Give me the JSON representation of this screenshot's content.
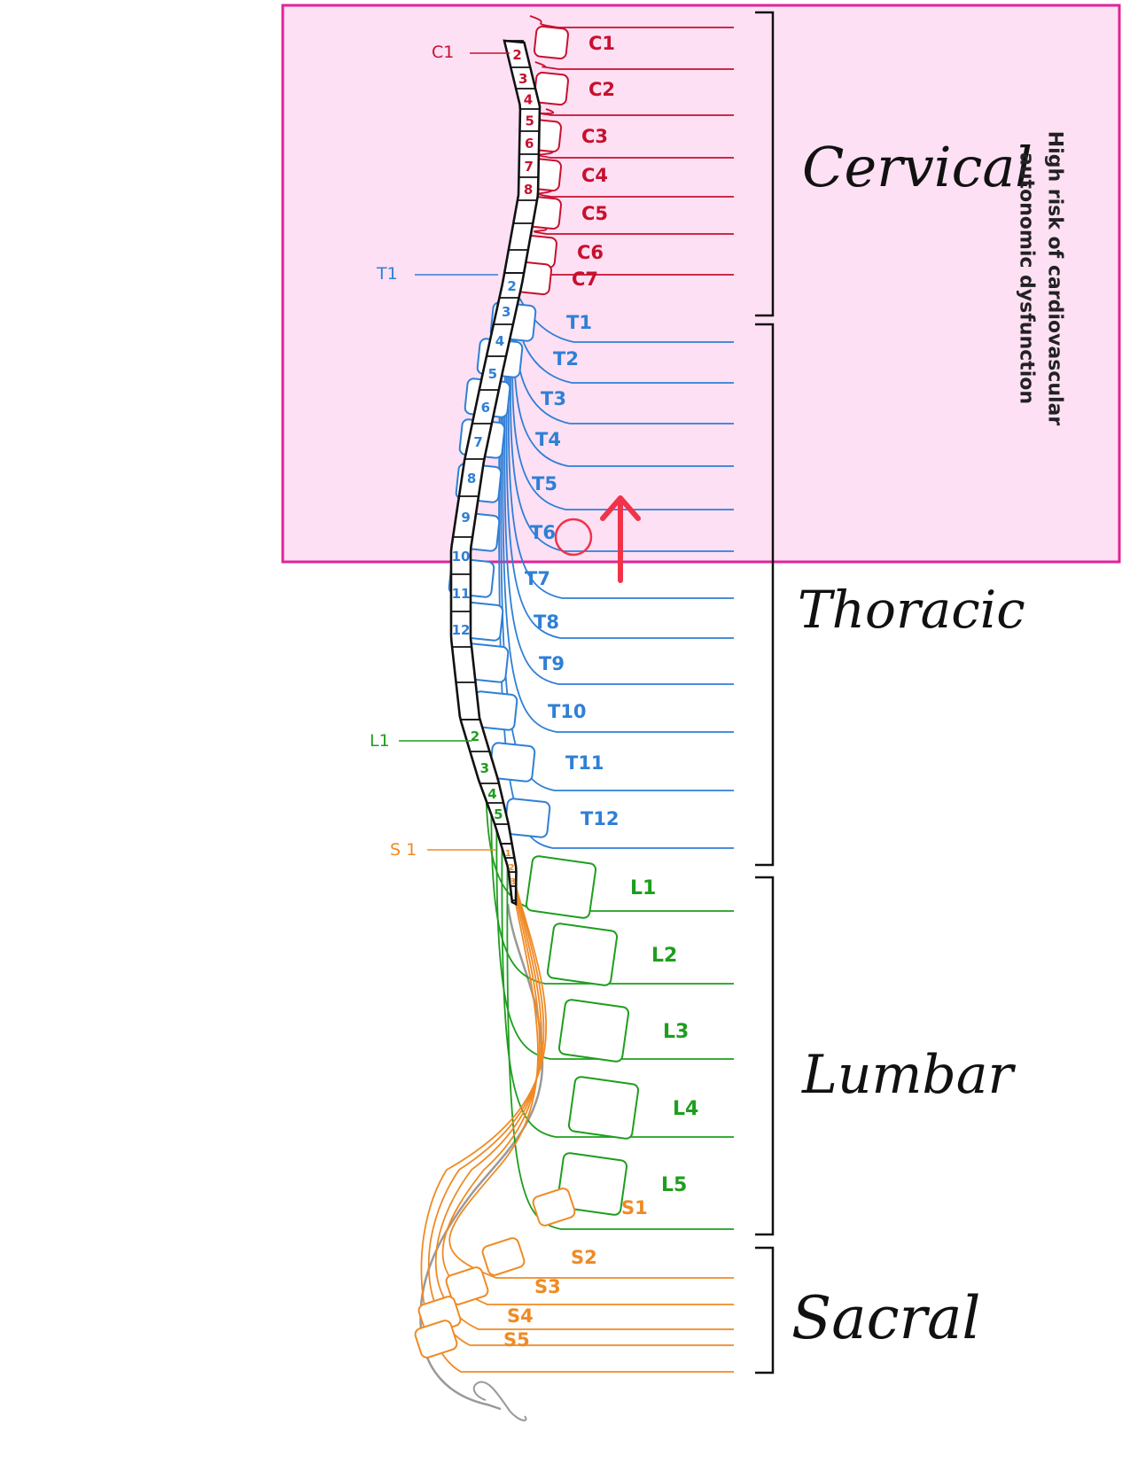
{
  "colors": {
    "cervical": "#c8102e",
    "thoracic": "#2f7fd6",
    "lumbar": "#1e9e1e",
    "sacral": "#f08a24",
    "outline": "#999999",
    "highlight_fill": "#fde0f4",
    "highlight_border": "#e0249a",
    "arrow": "#f0334a"
  },
  "highlight": {
    "label_line1": "High risk of cardiovascular",
    "label_line2": "autonomic dysfunction",
    "marker_level": "T6"
  },
  "regions": [
    {
      "key": "cervical",
      "label": "Cervical"
    },
    {
      "key": "thoracic",
      "label": "Thoracic"
    },
    {
      "key": "lumbar",
      "label": "Lumbar"
    },
    {
      "key": "sacral",
      "label": "Sacral"
    }
  ],
  "spine_pointers": [
    {
      "label": "C1",
      "region": "cervical"
    },
    {
      "label": "T1",
      "region": "thoracic"
    },
    {
      "label": "L1",
      "region": "lumbar"
    },
    {
      "label": "S 1",
      "region": "sacral"
    }
  ],
  "vertebra_numbers": {
    "cervical": [
      "2",
      "3",
      "4",
      "5",
      "6",
      "7",
      "8"
    ],
    "thoracic": [
      "2",
      "3",
      "4",
      "5",
      "6",
      "7",
      "8",
      "9",
      "10",
      "11",
      "12"
    ],
    "lumbar": [
      "2",
      "3",
      "4",
      "5"
    ],
    "sacral": [
      "1",
      "2",
      "3"
    ]
  },
  "levels": {
    "cervical": [
      "C1",
      "C2",
      "C3",
      "C4",
      "C5",
      "C6",
      "C7"
    ],
    "thoracic": [
      "T1",
      "T2",
      "T3",
      "T4",
      "T5",
      "T6",
      "T7",
      "T8",
      "T9",
      "T10",
      "T11",
      "T12"
    ],
    "lumbar": [
      "L1",
      "L2",
      "L3",
      "L4",
      "L5"
    ],
    "sacral": [
      "S1",
      "S2",
      "S3",
      "S4",
      "S5"
    ]
  }
}
